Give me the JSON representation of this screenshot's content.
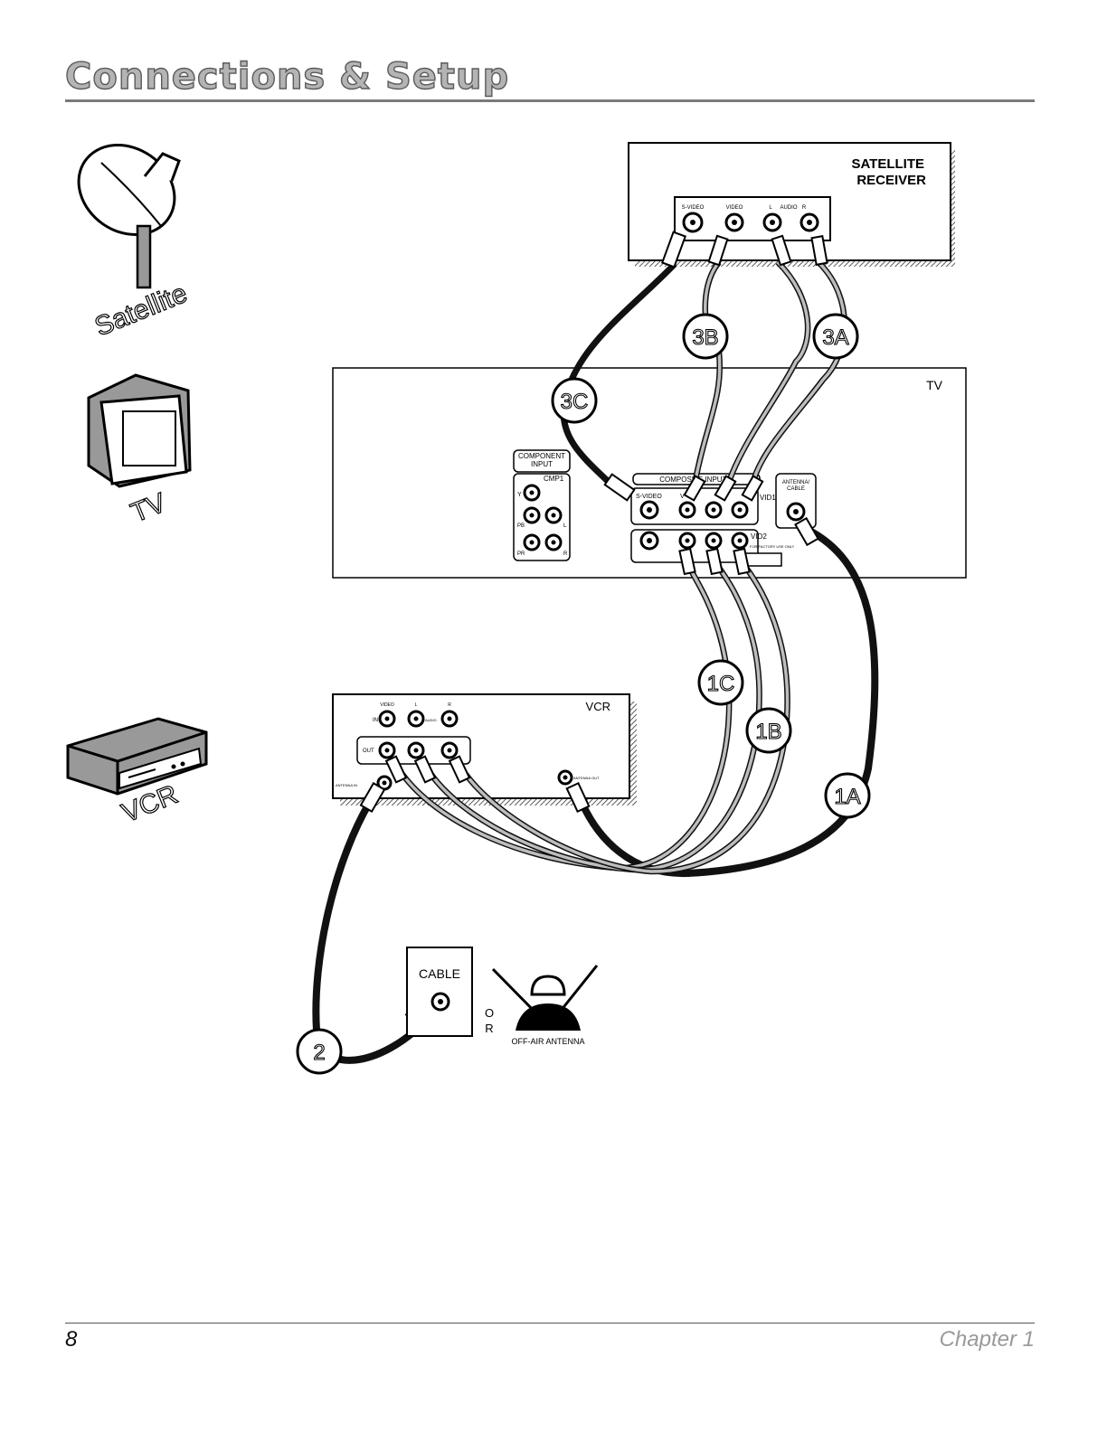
{
  "header": {
    "title": "Connections & Setup"
  },
  "footer": {
    "page_number": "8",
    "chapter": "Chapter 1"
  },
  "sidebar": {
    "satellite_label": "Satellite",
    "tv_label": "TV",
    "vcr_label": "VCR"
  },
  "satellite_receiver": {
    "title_line1": "SATELLITE",
    "title_line2": "RECEIVER",
    "jack_svideo": "S-VIDEO",
    "jack_video": "VIDEO",
    "jack_l": "L",
    "jack_audio": "AUDIO",
    "jack_r": "R"
  },
  "tv": {
    "title": "TV",
    "component_input_line1": "COMPONENT",
    "component_input_line2": "INPUT",
    "cmp1": "CMP1",
    "y": "Y",
    "pb": "PB",
    "pr": "PR",
    "l": "L",
    "r": "R",
    "composite_inputs": "COMPOSITE INPUTS",
    "svideo": "S-VIDEO",
    "v": "V",
    "vid1": "VID1",
    "vid2": "VID2",
    "factory": "FOR FACTORY USE ONLY",
    "antenna_cable_line1": "ANTENNA/",
    "antenna_cable_line2": "CABLE"
  },
  "vcr": {
    "title": "VCR",
    "video": "VIDEO",
    "l": "L",
    "r": "R",
    "in": "IN",
    "audio": "AUDIO",
    "out": "OUT",
    "antenna_in": "ANTENNA IN",
    "antenna_out": "ANTENNA OUT"
  },
  "cable_box": {
    "label": "CABLE"
  },
  "or_text": {
    "o": "O",
    "r": "R"
  },
  "antenna": {
    "label": "OFF-AIR ANTENNA"
  },
  "callouts": {
    "c1a": "1A",
    "c1b": "1B",
    "c1c": "1C",
    "c2": "2",
    "c3a": "3A",
    "c3b": "3B",
    "c3c": "3C"
  }
}
